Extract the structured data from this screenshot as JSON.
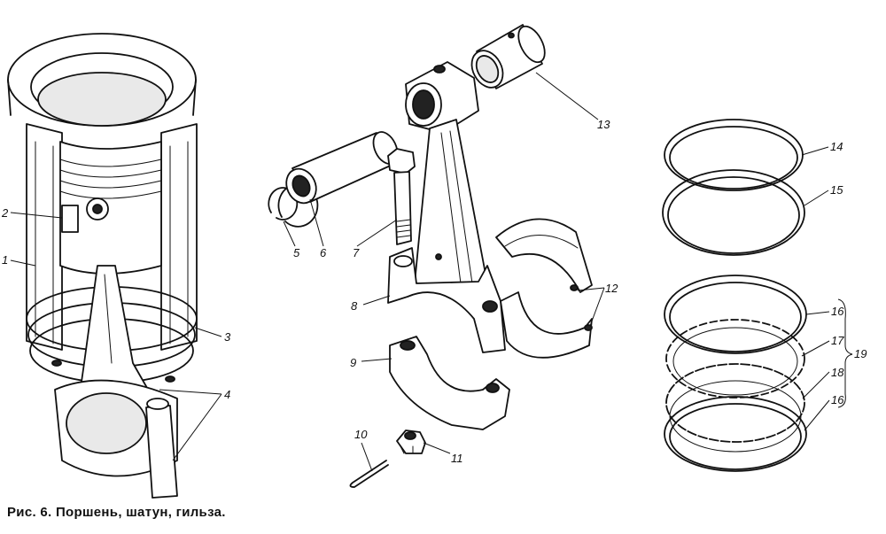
{
  "caption": "Рис. 6. Поршень, шатун, гильза.",
  "callouts": [
    {
      "id": "label-1",
      "text": "1"
    },
    {
      "id": "label-2",
      "text": "2"
    },
    {
      "id": "label-3",
      "text": "3"
    },
    {
      "id": "label-4",
      "text": "4"
    },
    {
      "id": "label-5",
      "text": "5"
    },
    {
      "id": "label-6",
      "text": "6"
    },
    {
      "id": "label-7",
      "text": "7"
    },
    {
      "id": "label-8",
      "text": "8"
    },
    {
      "id": "label-9",
      "text": "9"
    },
    {
      "id": "label-10",
      "text": "10"
    },
    {
      "id": "label-11",
      "text": "11"
    },
    {
      "id": "label-12",
      "text": "12"
    },
    {
      "id": "label-13",
      "text": "13"
    },
    {
      "id": "label-14",
      "text": "14"
    },
    {
      "id": "label-15",
      "text": "15"
    },
    {
      "id": "label-16a",
      "text": "16"
    },
    {
      "id": "label-17",
      "text": "17"
    },
    {
      "id": "label-18",
      "text": "18"
    },
    {
      "id": "label-16b",
      "text": "16"
    },
    {
      "id": "label-19",
      "text": "19"
    }
  ]
}
